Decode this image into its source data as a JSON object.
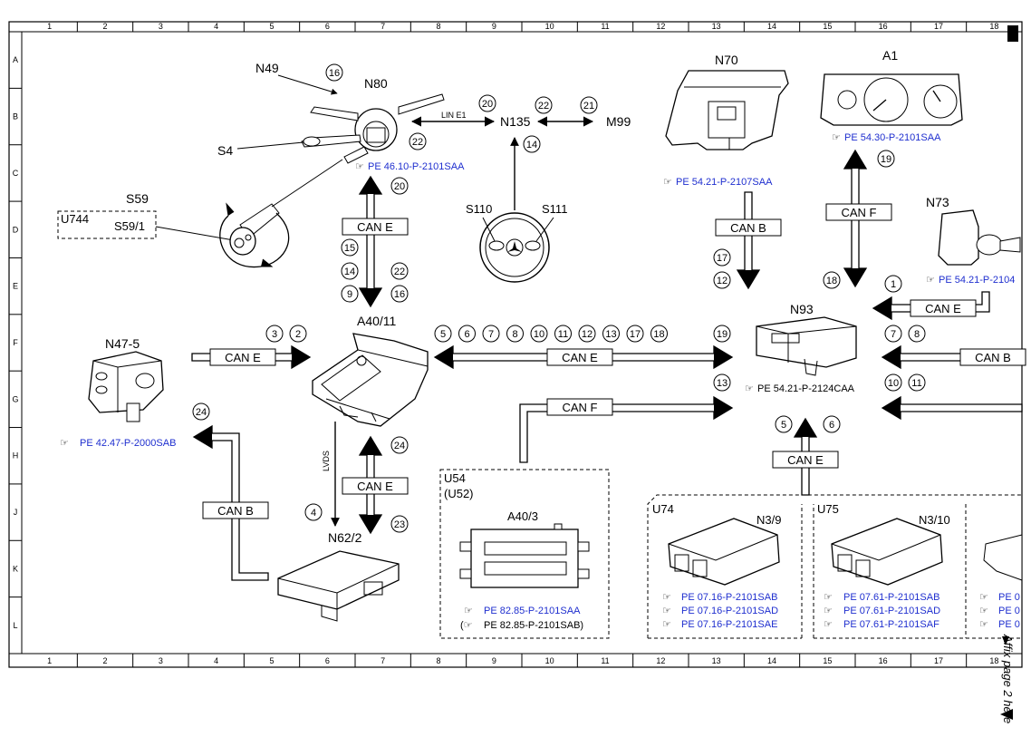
{
  "grid": {
    "columns": [
      "1",
      "2",
      "3",
      "4",
      "5",
      "6",
      "7",
      "8",
      "9",
      "10",
      "11",
      "12",
      "13",
      "14",
      "15",
      "16",
      "17",
      "18"
    ],
    "rows": [
      "A",
      "B",
      "C",
      "D",
      "E",
      "F",
      "G",
      "H",
      "J",
      "K",
      "L"
    ]
  },
  "components": {
    "N49": "N49",
    "N80": "N80",
    "S4": "S4",
    "S59": "S59",
    "U744": "U744",
    "S59_1": "S59/1",
    "N135": "N135",
    "M99": "M99",
    "S110": "S110",
    "S111": "S111",
    "N70": "N70",
    "A1": "A1",
    "N73": "N73",
    "N93": "N93",
    "N47_5": "N47-5",
    "A40_11": "A40/11",
    "N62_2": "N62/2",
    "U54": "U54",
    "U52": "(U52)",
    "A40_3": "A40/3",
    "U74": "U74",
    "N3_9": "N3/9",
    "U75": "U75",
    "N3_10": "N3/10"
  },
  "buses": {
    "lin": "LIN E1",
    "lvds": "LVDS",
    "can_e": "CAN E",
    "can_b": "CAN B",
    "can_f": "CAN F"
  },
  "refs": {
    "n80": "PE 46.10-P-2101SAA",
    "n70": "PE 54.21-P-2107SAA",
    "a1": "PE 54.30-P-2101SAA",
    "n73": "PE 54.21-P-2104",
    "n93": "PE 54.21-P-2124CAA",
    "n47": "PE 42.47-P-2000SAB",
    "a40_3a": "PE 82.85-P-2101SAA",
    "a40_3b": "PE 82.85-P-2101SAB)",
    "u74": [
      "PE 07.16-P-2101SAB",
      "PE 07.16-P-2101SAD",
      "PE 07.16-P-2101SAE"
    ],
    "u75": [
      "PE 07.61-P-2101SAB",
      "PE 07.61-P-2101SAD",
      "PE 07.61-P-2101SAF"
    ],
    "cut": [
      "PE 0",
      "PE 0",
      "PE 0"
    ]
  },
  "callouts": {
    "c16": "16",
    "c22a": "22",
    "c20a": "20",
    "c22b": "22",
    "c21": "21",
    "c14a": "14",
    "c20b": "20",
    "c15": "15",
    "c14b": "14",
    "c22c": "22",
    "c9": "9",
    "c16b": "16",
    "c17a": "17",
    "c12a": "12",
    "c19a": "19",
    "c18a": "18",
    "c1": "1",
    "c3": "3",
    "c2": "2",
    "row_f": [
      "5",
      "6",
      "7",
      "8",
      "10",
      "11",
      "12",
      "13",
      "17",
      "18"
    ],
    "c19b": "19",
    "c13": "13",
    "c7": "7",
    "c8": "8",
    "c10": "10",
    "c11": "11",
    "c24a": "24",
    "c24b": "24",
    "c4": "4",
    "c23": "23",
    "c5": "5",
    "c6": "6"
  },
  "side_note": "Affix page 2 here"
}
